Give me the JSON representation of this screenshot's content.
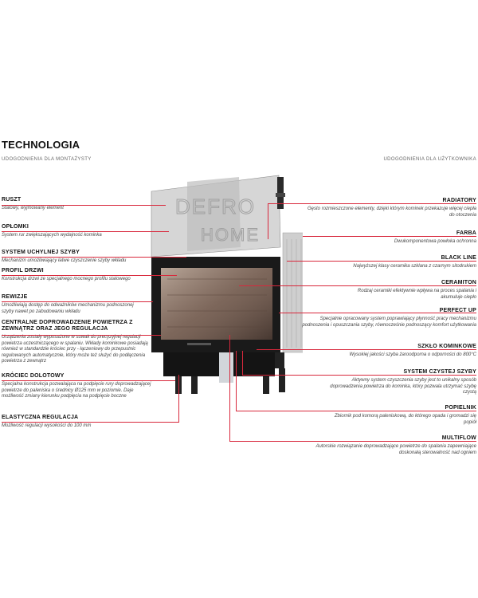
{
  "header": {
    "title": "TECHNOLOGIA",
    "left_subtitle": "UDOGODNIENIA DLA MONTAŻYSTY",
    "right_subtitle": "UDOGODNIENIA DLA UŻYTKOWNIKA"
  },
  "left_features": [
    {
      "title": "RUSZT",
      "desc": "Stalowy, wyjmowany element"
    },
    {
      "title": "OPŁOMKI",
      "desc": "System rur zwiększających wydajność kominka"
    },
    {
      "title": "SYSTEM UCHYLNEJ SZYBY",
      "desc": "Mechanizm umożliwiający łatwe czyszczenie szyby wkładu"
    },
    {
      "title": "PROFIL DRZWI",
      "desc": "Konstrukcja drzwi ze specjalnego mocnego profilu stalowego"
    },
    {
      "title": "REWIZJE",
      "desc": "Umożliwiają dostęp do odważników mechanizmu podnoszonej szyby nawet po zabudowaniu wkładu"
    },
    {
      "title": "CENTRALNE DOPROWADZENIE POWIETRZA Z ZEWNĄTRZ ORAZ JEGO REGULACJA",
      "desc": "Urządzenia zostały wyposażone w suwak do precyzyjnej regulacji powietrza uczestniczącego w spalaniu. Wkłady kominkowe posiadają również w standardzie króciec przy - łączeniowy do przepustnic regulowanych automatycznie, który może też służyć do podłączenia powietrza z zewnątrz"
    },
    {
      "title": "KRÓCIEC DOLOTOWY",
      "desc": "Specjalna konstrukcja pozwalająca na podpięcie rury doprowadzającej powietrze do paleniska o średnicy Ø125 mm w poziomie. Daje możliwość zmiany kierunku podpięcia na podpięcie boczne"
    },
    {
      "title": "ELASTYCZNA REGULACJA",
      "desc": "Możliwość regulacji wysokości do 100 mm"
    }
  ],
  "right_features": [
    {
      "title": "RADIATORY",
      "desc": "Gęsto rozmieszczone elementy, dzięki którym kominek przekazuje więcej ciepła do otoczenia"
    },
    {
      "title": "FARBA",
      "desc": "Dwukomponentowa powłoka ochronna"
    },
    {
      "title": "BLACK LINE",
      "desc": "Najwyższej klasy ceramika szklana z czarnym sitodrukiem"
    },
    {
      "title": "CERAMITON",
      "desc": "Rodzaj ceramiki efektywnie wpływa na proces spalania i akumuluje ciepło"
    },
    {
      "title": "PERFECT UP",
      "desc": "Specjalnie opracowany system poprawiający płynność pracy mechanizmu podnoszenia i opuszczania szyby, równocześnie podnoszący komfort użytkowania"
    },
    {
      "title": "SZKŁO KOMINKOWE",
      "desc": "Wysokiej jakości szyba żaroodporna o odporności do 800°C"
    },
    {
      "title": "SYSTEM CZYSTEJ SZYBY",
      "desc": "Aktywny system czyszczenia szyby jest to unikalny sposób doprowadzenia powietrza do kominka, który pozwala utrzymać szybę czystą"
    },
    {
      "title": "POPIELNIK",
      "desc": "Zbiornik pod komorą paleniskową, do którego opada i gromadzi się popiół"
    },
    {
      "title": "MULTIFLOW",
      "desc": "Autorskie rozwiązanie doprowadzające powietrze do spalania zapewniające doskonałą sterowalność nad ogniem"
    }
  ],
  "product": {
    "logo_line1": "DEFRO",
    "logo_line2": "HOME"
  },
  "colors": {
    "accent": "#d8283c",
    "steel": "#c8c8c8",
    "body": "#1a1a1a"
  }
}
